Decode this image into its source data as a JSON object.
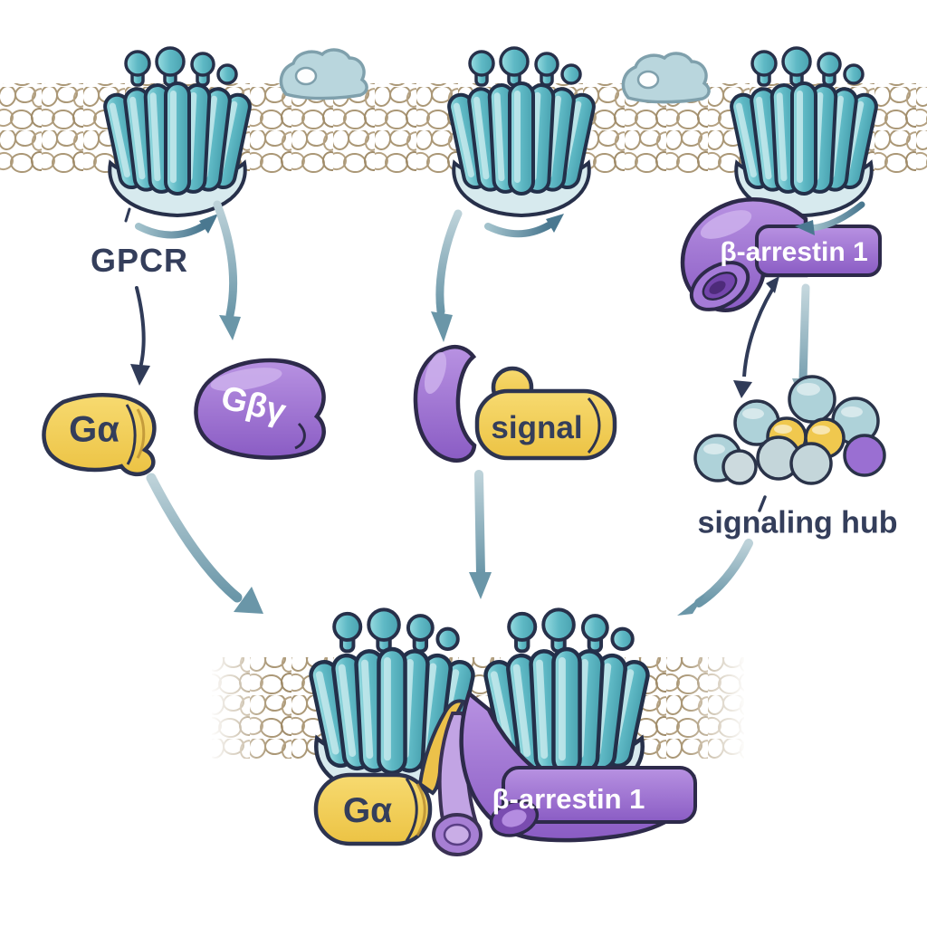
{
  "diagram": {
    "labels": {
      "gpcr": "GPCR",
      "g_alpha": "Gα",
      "g_beta_gamma": "Gβγ",
      "signal": "signal",
      "beta_arrestin_top": "β-arrestin 1",
      "signaling_hub": "signaling hub",
      "g_alpha_bottom": "Gα",
      "beta_arrestin_bottom": "β-arrestin 1"
    },
    "colors": {
      "receptor_teal": "#5fb9c5",
      "membrane_tan": "#ab9877",
      "g_protein_yellow": "#f2cd55",
      "arrestin_purple": "#9a6fd2",
      "arrow_teal": "#6a96a8",
      "dark_arrow_navy": "#303b58",
      "outline_navy": "#27304a",
      "text_navy": "#343e5b",
      "hub_teal": "#aed2d9"
    }
  }
}
